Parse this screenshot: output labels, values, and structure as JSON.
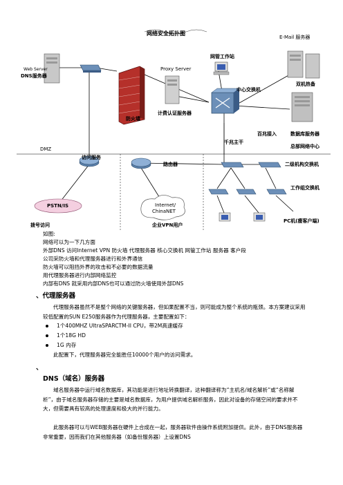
{
  "diagram": {
    "title": "网络安全拓扑图",
    "labels": {
      "web_server": "Web Server",
      "dns_server": "DNS服务器",
      "firewall": "防火墙",
      "proxy_server": "Proxy Server",
      "auth_server": "计费认证服务器",
      "netmgmt_station": "网管工作站",
      "email_server": "E-Mail 服务器",
      "core_switch": "中心交换机",
      "hot_standby": "双机热备",
      "gigabit_access": "百兆接入",
      "gigabit_trunk": "千兆主干",
      "db_server": "数据库服务器",
      "hq_center": "总部网络中心",
      "dmz": "DMZ",
      "access_service": "访问服务",
      "router": "路由器",
      "l2_switch": "二级机构交换机",
      "workgroup_switch": "工作组交换机",
      "pstn": "PSTN/IS",
      "internet": "Internet/",
      "chinanet": "ChinaNET",
      "dialup": "拨号访问",
      "vpn_user": "企业VPN用户",
      "pc_client": "PC机(瘦客户端)"
    }
  },
  "caption": "如图:",
  "lines": [
    "网络可以为一下几方面",
    "外部DNS  访问Internet VPN  防火墙  代理服务器  核心交换机  网管工作站  服务器  客户段",
    "公司采防火墙和代理服务器进行和外界通信",
    "  防火墙可以阻挡外界的攻击和不必要的数据流量",
    "  用代理服务器进行内部网络监控",
    "  内部有DNS  就采用内部DNS也可以通过防火墙使用外部DNS"
  ],
  "section_proxy": {
    "heading": "、代理服务器",
    "para1": "代理服务器虽然不是整个网络的关键服务器，但如果配置不当，则可能成为整个系统的瓶颈。本方案建议采用较低配置的SUN E250服务器作为代理服务器，主要配置如下：",
    "bullets": [
      "1个400MHZ UltraSPARCTM-II CPU，带2M高速缓存",
      "1个18G HD",
      "1G 内存"
    ],
    "para2": "此配置下，代理服务器完全能胜任10000个用户的访问需求。"
  },
  "separator": "、",
  "section_dns": {
    "heading": "DNS（域名）服务器",
    "para1": "域名服务器中运行域名数据库，其功能是进行地址转换翻译，这种翻译称为“主机名/域名解析”或“名称解析”，由于域名服务器存储的主要是域名数据库，为用户提供域名解析服务，因此对设备的存储空间的要求并不大，但需要具有较高的处理速度和极大的并行能力。",
    "para2": "此服务器可以与WEB服务器在硬件上合成在一起，服务器软件由操作系统附加提供。此外，由于DNS服务器非常重要，因而我们在其他服务器（如备份服务器）上设置DNS"
  }
}
